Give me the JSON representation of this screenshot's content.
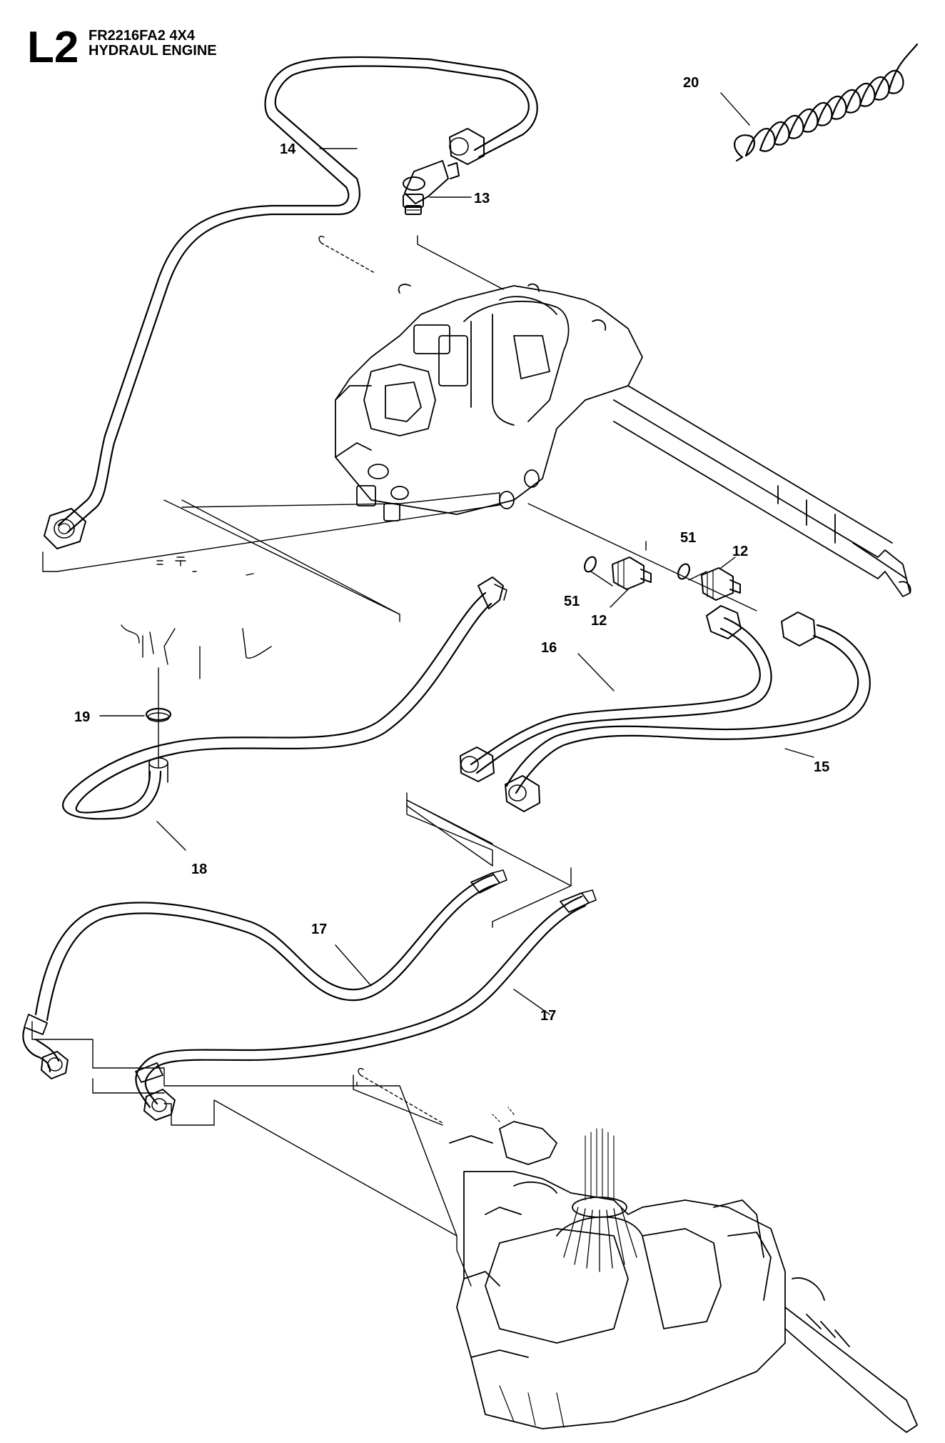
{
  "header": {
    "section_code": "L2",
    "model": "FR2216FA2 4X4",
    "title": "HYDRAUL ENGINE"
  },
  "callouts": [
    {
      "id": "c14",
      "label": "14"
    },
    {
      "id": "c13",
      "label": "13"
    },
    {
      "id": "c20",
      "label": "20"
    },
    {
      "id": "c51a",
      "label": "51"
    },
    {
      "id": "c12a",
      "label": "12"
    },
    {
      "id": "c51b",
      "label": "51"
    },
    {
      "id": "c12b",
      "label": "12"
    },
    {
      "id": "c16",
      "label": "16"
    },
    {
      "id": "c15",
      "label": "15"
    },
    {
      "id": "c19",
      "label": "19"
    },
    {
      "id": "c18",
      "label": "18"
    },
    {
      "id": "c17a",
      "label": "17"
    },
    {
      "id": "c17b",
      "label": "17"
    }
  ],
  "colors": {
    "ink": "#000000",
    "paper": "#ffffff"
  }
}
